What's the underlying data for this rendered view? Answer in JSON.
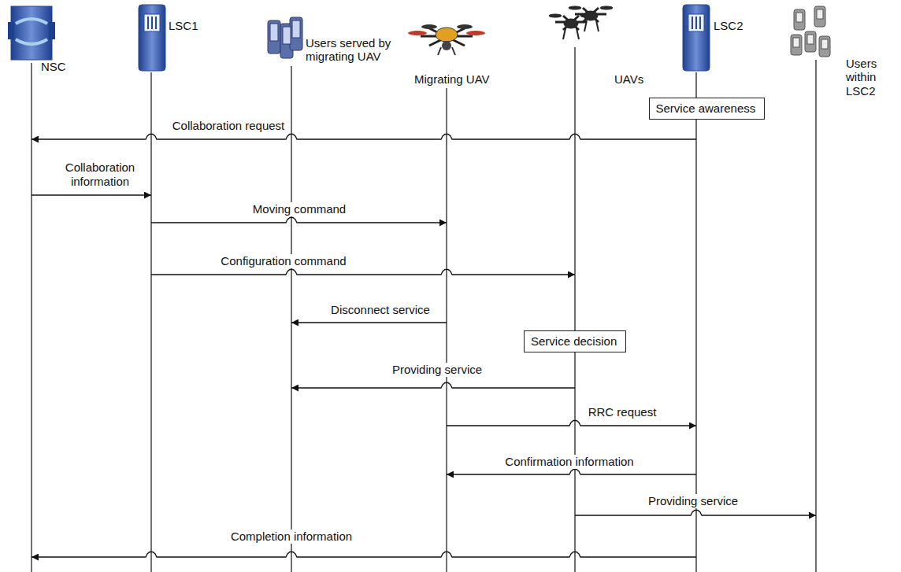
{
  "diagram": {
    "nodes": [
      {
        "text": [
          "NSC"
        ]
      },
      {
        "text": [
          "LSC1"
        ]
      },
      {
        "text": [
          "Users served by migrating UAV"
        ]
      },
      {
        "text": [
          "Migrating UAV"
        ]
      },
      {
        "text": [
          "UAVs"
        ]
      },
      {
        "text": [
          "LSC2"
        ]
      },
      {
        "text": [
          "Users within LSC2"
        ]
      },
      {
        "text": [
          "Service awareness"
        ]
      },
      {
        "text": [
          "Service decision"
        ]
      }
    ],
    "edges": [
      {
        "from": 5,
        "to": 0,
        "arrow": "to",
        "label": "Collaboration request"
      },
      {
        "from": 0,
        "to": 1,
        "arrow": "to",
        "label": "Collaboration information"
      },
      {
        "from": 1,
        "to": 3,
        "arrow": "to",
        "label": "Moving command"
      },
      {
        "from": 1,
        "to": 4,
        "arrow": "to",
        "label": "Configuration command"
      },
      {
        "from": 3,
        "to": 2,
        "arrow": "to",
        "label": "Disconnect service"
      },
      {
        "from": 4,
        "to": 2,
        "arrow": "to",
        "label": "Providing service"
      },
      {
        "from": 3,
        "to": 5,
        "arrow": "to",
        "label": "RRC request"
      },
      {
        "from": 5,
        "to": 3,
        "arrow": "to",
        "label": "Confirmation information"
      },
      {
        "from": 4,
        "to": 6,
        "arrow": "to",
        "label": "Providing service"
      },
      {
        "from": 5,
        "to": 0,
        "arrow": "to",
        "label": "Completion information"
      }
    ]
  }
}
